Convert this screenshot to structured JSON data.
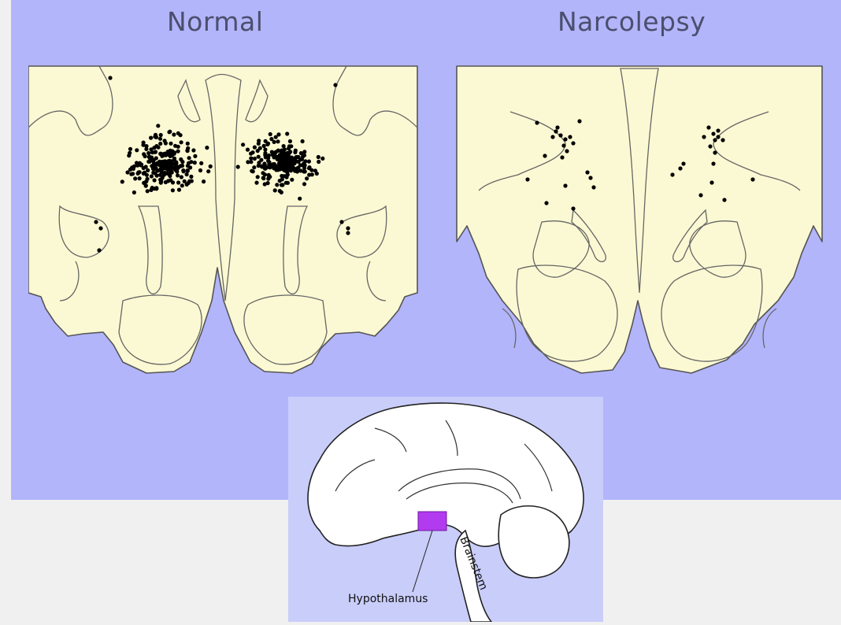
{
  "figure": {
    "left_title": "Normal",
    "right_title": "Narcolepsy"
  },
  "inset": {
    "hypothalamus_label": "Hypothalamus",
    "brainstem_label": "Brainstem",
    "highlight_color": "#b23bf0"
  },
  "colors": {
    "background_panel": "#b3b5fb",
    "tissue": "#fafad2",
    "dots": "#000000"
  }
}
